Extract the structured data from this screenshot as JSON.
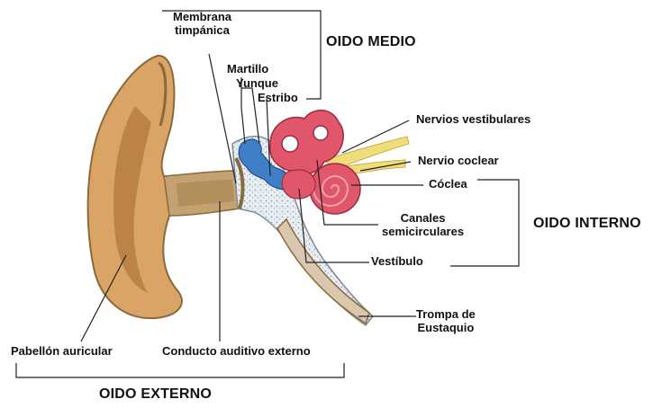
{
  "labels": {
    "membrana_timpanica": [
      "Membrana",
      "timpánica"
    ],
    "martillo": "Martillo",
    "yunque": "Yunque",
    "estribo": "Estribo",
    "nervios_vestibulares": "Nervios vestibulares",
    "nervio_coclear": "Nervio coclear",
    "coclea": "Cóclea",
    "canales_semicirculares": [
      "Canales",
      "semicirculares"
    ],
    "vestibulo": "Vestíbulo",
    "trompa_eustaquio": [
      "Trompa de",
      "Eustaquio"
    ],
    "pabellon_auricular": "Pabellón auricular",
    "conducto_auditivo": "Conducto auditivo externo"
  },
  "sections": {
    "oido_medio": "OIDO MEDIO",
    "oido_interno": "OIDO INTERNO",
    "oido_externo": "OIDO EXTERNO"
  },
  "colors": {
    "skin": "#d9a466",
    "skin_dark": "#b07a3c",
    "skin_shadow": "#8a6a3a",
    "canal": "#c9b79a",
    "bone_speckle": "#9aa9b8",
    "ossicles": "#3f7fc8",
    "labyrinth": "#e0566b",
    "labyrinth_light": "#f3a0ad",
    "nerve": "#f0dc7a",
    "line": "#222222"
  }
}
